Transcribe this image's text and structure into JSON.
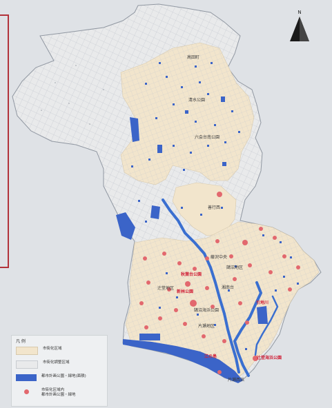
{
  "map": {
    "north_label": "N",
    "colors": {
      "background": "#dfe2e6",
      "urban_area": "#f2e5cc",
      "urbanization_control_area": "#e9eaeb",
      "park_blue": "#3b64c8",
      "river": "#3a6fd0",
      "park_red": "#e2686e",
      "frame_red": "#b2323a"
    },
    "labels": [
      {
        "text": "高田町"
      },
      {
        "text": "清水公園"
      },
      {
        "text": "六会台南公園"
      },
      {
        "text": "善行西"
      },
      {
        "text": "藤沢中央"
      },
      {
        "text": "秋葉台公園"
      },
      {
        "text": "鵠沼地区"
      },
      {
        "text": "新林公園"
      },
      {
        "text": "辻堂地区"
      },
      {
        "text": "湘南台"
      },
      {
        "text": "引地川"
      },
      {
        "text": "鵠沼海浜公園"
      },
      {
        "text": "片瀬地区"
      },
      {
        "text": "江の島"
      },
      {
        "text": "辻堂海浜公園"
      },
      {
        "text": "片瀬西浜"
      }
    ]
  },
  "legend": {
    "title": "凡 例",
    "items": [
      {
        "label": "市街化区域",
        "color": "#f2e5cc"
      },
      {
        "label": "市街化調整区域",
        "color": "#e9eaeb"
      },
      {
        "label": "都市計画公園・緑地(面積)",
        "color": "#3b64c8"
      },
      {
        "label_line1": "市街化区域内",
        "label_line2": "都市計画公園・緑地",
        "color": "#e2686e"
      }
    ]
  }
}
